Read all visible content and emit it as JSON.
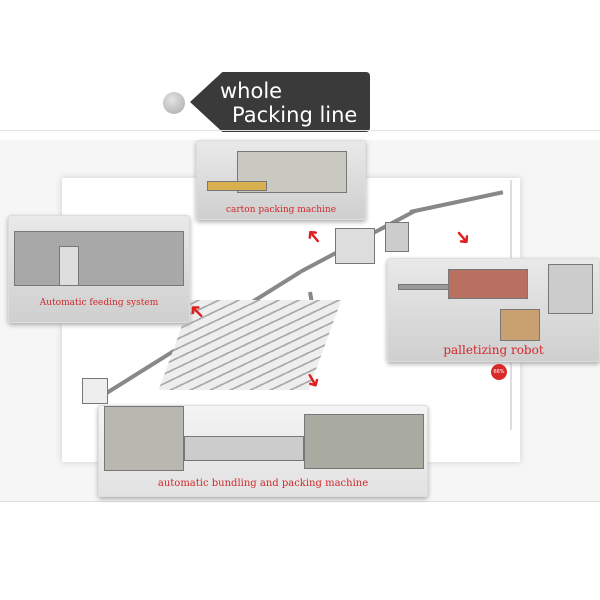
{
  "header": {
    "title_line1": "whole",
    "title_line2": "Packing line"
  },
  "sections": {
    "carton": "carton packing machine",
    "feeding": "Automatic feeding system",
    "palletizing": "palletizing robot",
    "bundling": "automatic bundling and packing machine"
  },
  "badge": "66%",
  "colors": {
    "caption": "#d2282a",
    "tag": "#3a3a3a"
  }
}
